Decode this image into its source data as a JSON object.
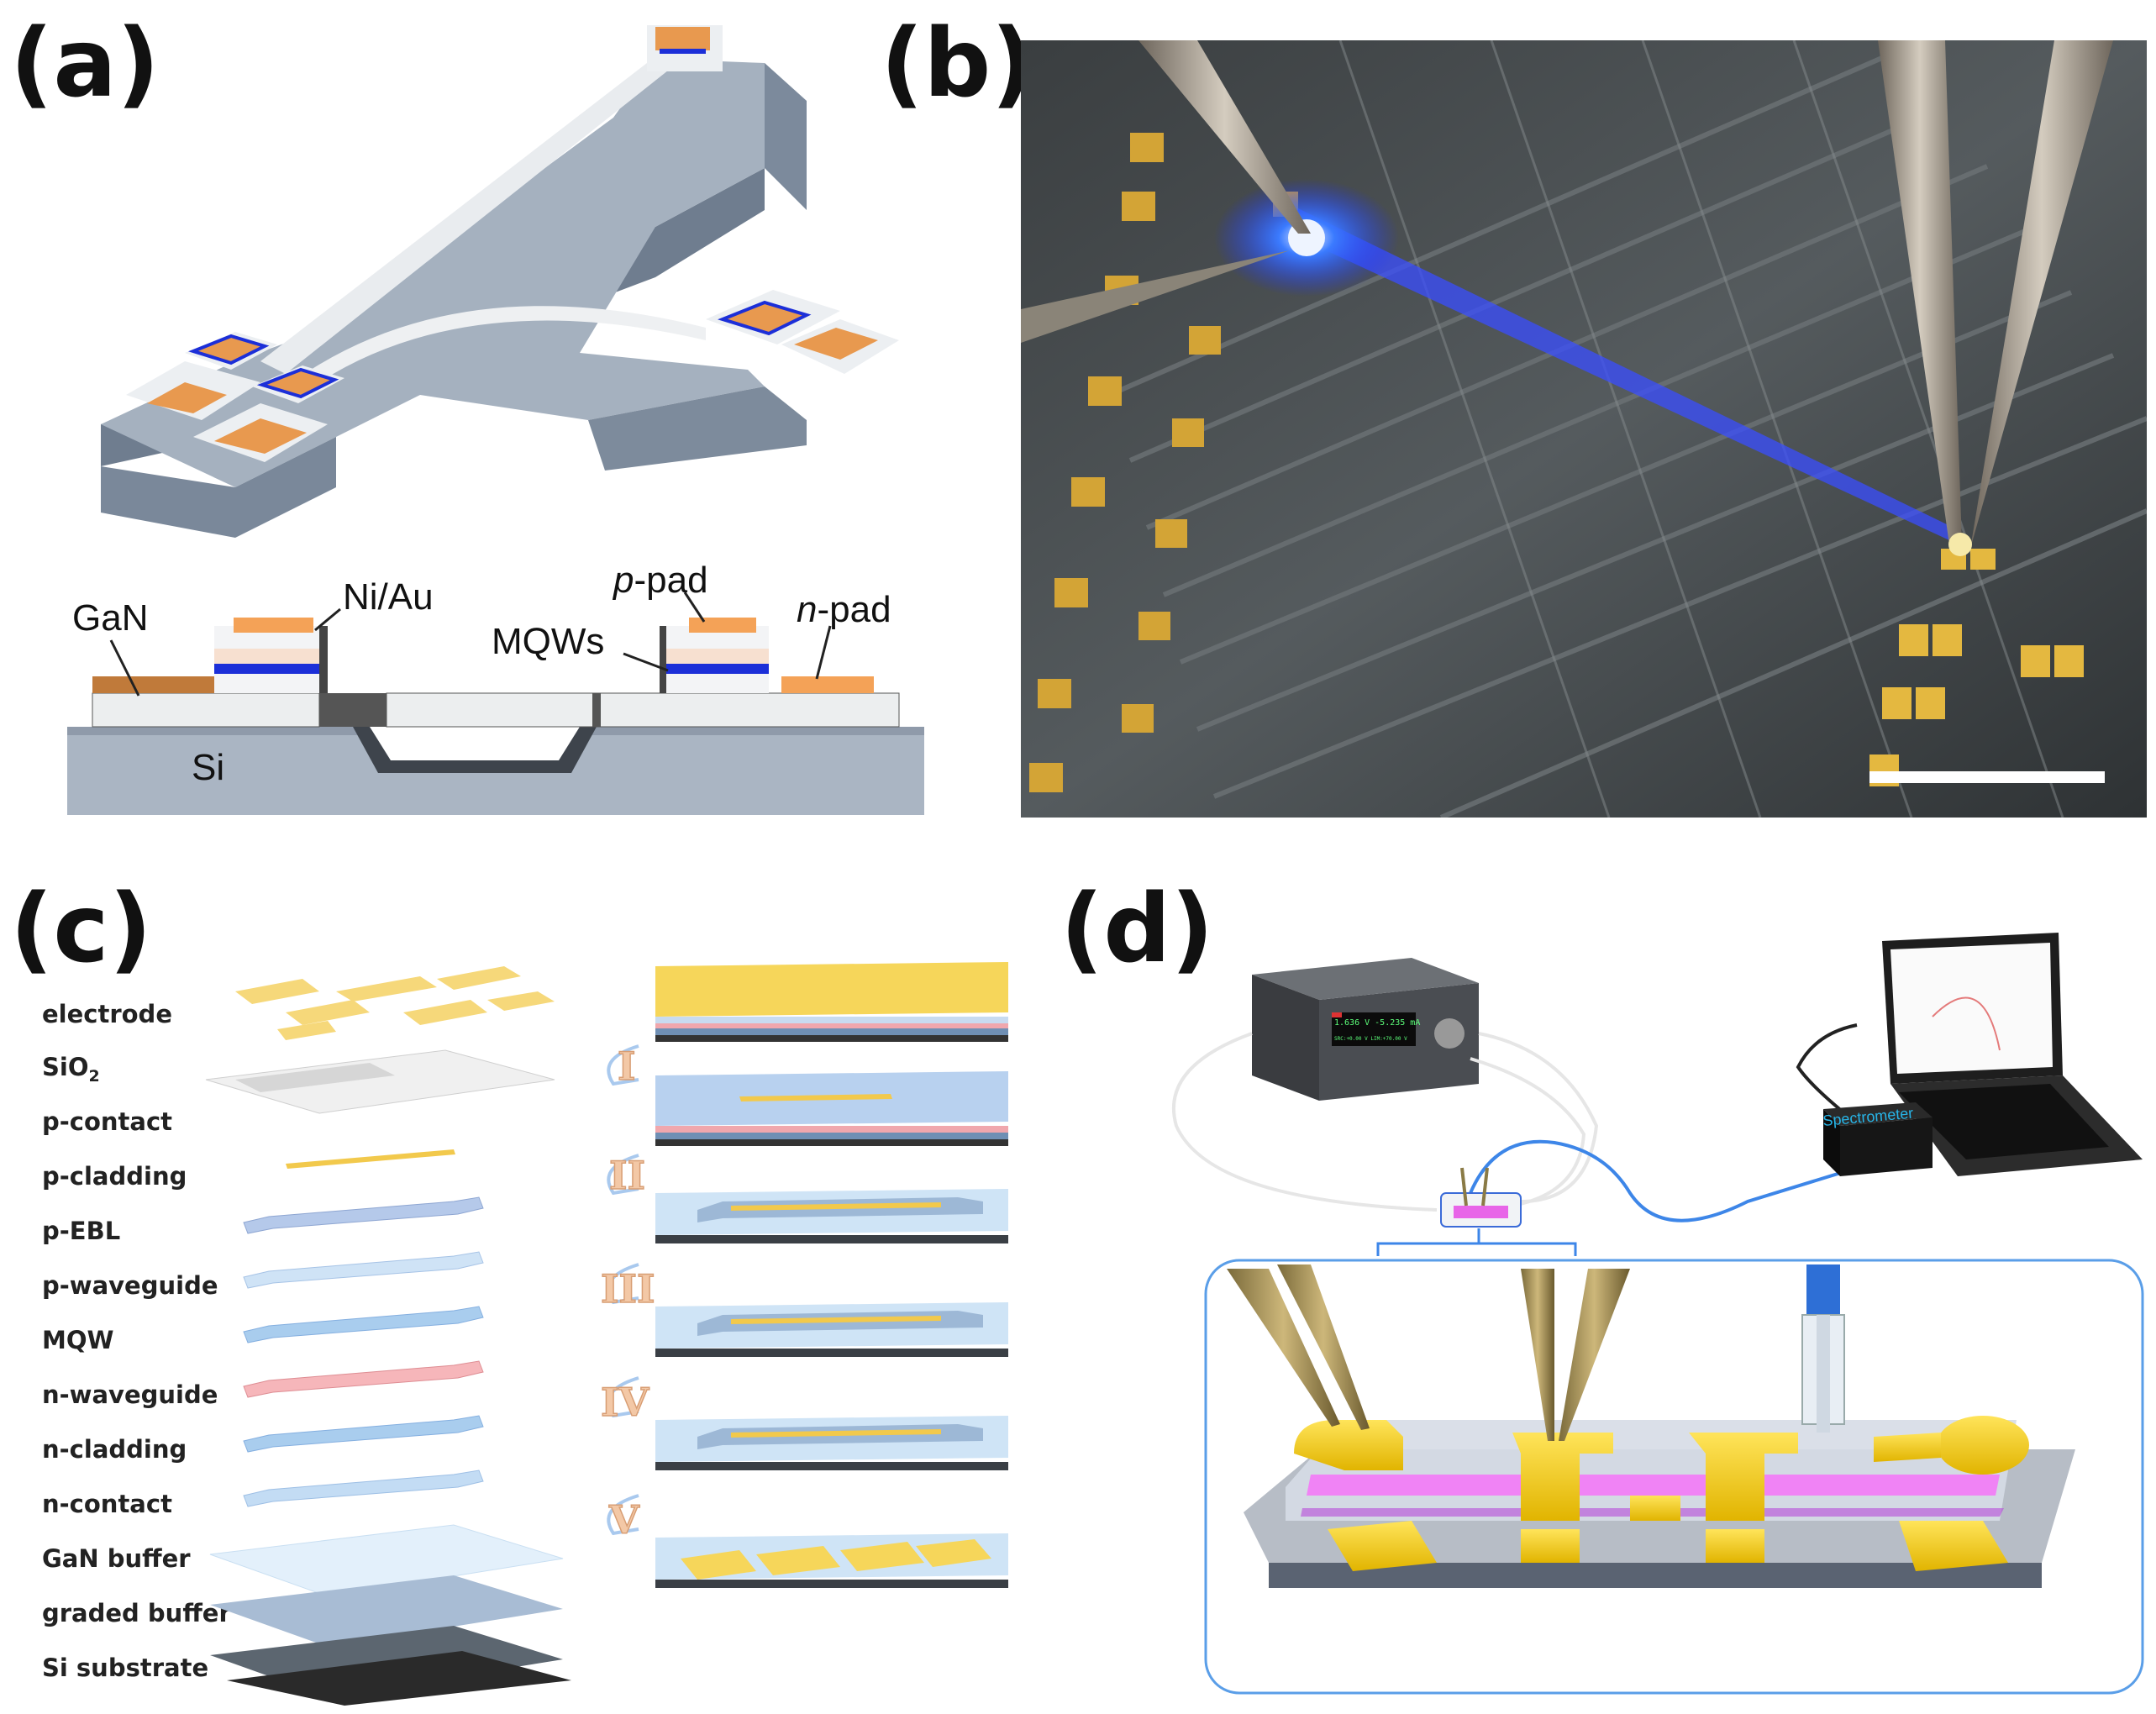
{
  "panels": {
    "a": {
      "letter": "(a)",
      "labels": {
        "gan": "GaN",
        "niau": "Ni/Au",
        "ppad_italic": "p",
        "ppad_rest": "-pad",
        "npad_italic": "n",
        "npad_rest": "-pad",
        "mqws": "MQWs",
        "si": "Si"
      }
    },
    "b": {
      "letter": "(b)"
    },
    "c": {
      "letter": "(c)",
      "layers": [
        "electrode",
        "SiO",
        "p-contact",
        "p-cladding",
        "p-EBL",
        "p-waveguide",
        "MQW",
        "n-waveguide",
        "n-cladding",
        "n-contact",
        "GaN buffer",
        "graded buffer",
        "Si substrate"
      ],
      "sio2_sub": "2",
      "steps": [
        "I",
        "II",
        "III",
        "IV",
        "V"
      ]
    },
    "d": {
      "letter": "(d)",
      "spectrometer": "Spectrometer",
      "smu_line1": "1.636 V  -5.235 mA",
      "smu_line2": "SRC:+0.00 V LIM:+70.00 V"
    }
  },
  "colors": {
    "electrode": "#f7d05c",
    "substrate_gray": "#8e9bab",
    "mqw_blue": "#1c2fd8",
    "laser_blue": "#3a4dff",
    "spectrometer_text": "#27b5e8",
    "pink_emission": "#ff55ff"
  }
}
